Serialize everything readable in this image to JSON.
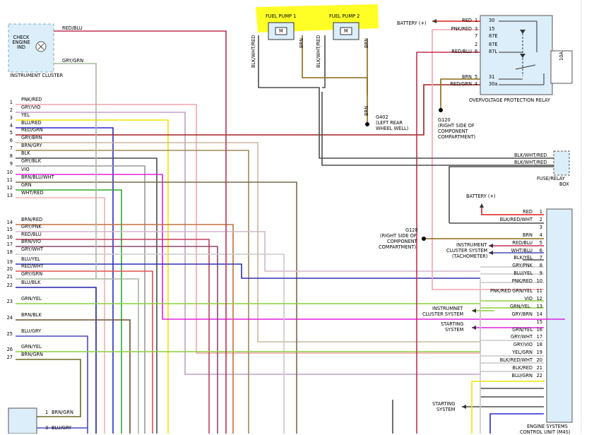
{
  "fuel_pumps": {
    "pump1": "FUEL PUMP 1",
    "pump2": "FUEL PUMP 2",
    "motor": "M"
  },
  "instrument_cluster": {
    "title": "INSTRUMENT CLUSTER",
    "check_engine": "CHECK ENGINE IND",
    "wire_top": "RED/BLU",
    "wire_bottom": "GRY/GRN"
  },
  "wire_labels": {
    "blk_wht_red_1": "BLK/WHT/RED",
    "brn_1": "BRN",
    "blk_wht_red_2": "BLK/WHT/RED",
    "brn_2": "BRN",
    "brn_3": "BRN"
  },
  "g402": {
    "title": "G402",
    "desc1": "(LEFT REAR",
    "desc2": "WHEEL WELL)"
  },
  "battery_top": "BATTERY (+)",
  "relay": {
    "title": "OVERVOLTAGE PROTECTION RELAY",
    "fuse": "10A",
    "pins": [
      {
        "wire": "RED",
        "num": "1",
        "term": "30"
      },
      {
        "wire": "PNK/RED",
        "num": "3",
        "term": "15"
      },
      {
        "wire": "",
        "num": "7",
        "term": "87E"
      },
      {
        "wire": "",
        "num": "2",
        "term": "87E"
      },
      {
        "wire": "RED/BLU",
        "num": "6",
        "term": "87L"
      },
      {
        "wire": "BRN",
        "num": "5",
        "term": "31"
      },
      {
        "wire": "RED/GRN",
        "num": "4",
        "term": "30a"
      }
    ]
  },
  "g120_top": {
    "title": "G120",
    "desc1": "(RIGHT SIDE OF",
    "desc2": "COMPONENT",
    "desc3": "COMPARTMENT)"
  },
  "fuse_box": {
    "title1": "FUSE/RELAY",
    "title2": "BOX",
    "wire1": "BLK/WHT/RED",
    "wire2": "BLK/WHT/RED"
  },
  "left_pins": [
    {
      "num": "1",
      "wire": "PNK/RED"
    },
    {
      "num": "2",
      "wire": "GRY/VIO"
    },
    {
      "num": "3",
      "wire": "YEL"
    },
    {
      "num": "4",
      "wire": "BLU/RED"
    },
    {
      "num": "5",
      "wire": "RED/GRN"
    },
    {
      "num": "6",
      "wire": "GRY/BRN"
    },
    {
      "num": "7",
      "wire": "BRN/GRY"
    },
    {
      "num": "8",
      "wire": "BLK"
    },
    {
      "num": "9",
      "wire": "GRY/BLK"
    },
    {
      "num": "10",
      "wire": "VIO"
    },
    {
      "num": "11",
      "wire": "BRN/BLU/WHT"
    },
    {
      "num": "12",
      "wire": "GRN"
    },
    {
      "num": "13",
      "wire": "WHT/RED"
    },
    {
      "num": "14",
      "wire": "BRN/RED"
    },
    {
      "num": "15",
      "wire": "GRY/PNK"
    },
    {
      "num": "16",
      "wire": "RED/BLU"
    },
    {
      "num": "17",
      "wire": "BRN/VIO"
    },
    {
      "num": "18",
      "wire": "GRY/WHT"
    },
    {
      "num": "19",
      "wire": "BLU/YEL"
    },
    {
      "num": "20",
      "wire": "RED/WHT"
    },
    {
      "num": "21",
      "wire": "GRY/GRN"
    },
    {
      "num": "22",
      "wire": "BLU/BLK"
    },
    {
      "num": "23",
      "wire": "GRN/YEL"
    },
    {
      "num": "24",
      "wire": "BRN/BLK"
    },
    {
      "num": "25",
      "wire": "BLU/GRY"
    },
    {
      "num": "26",
      "wire": "GRN/YEL"
    },
    {
      "num": "27",
      "wire": "BRN/GRN"
    }
  ],
  "sensor_pins": [
    {
      "num": "1",
      "wire": "BRN/GRN"
    },
    {
      "num": "3",
      "wire": "BLU/GRY"
    }
  ],
  "battery_right": "BATTERY (+)",
  "g120_mid": {
    "title": "G120",
    "desc1": "(RIGHT SIDE OF",
    "desc2": "COMPONENT",
    "desc3": "COMPARTMENT)"
  },
  "ic_system": {
    "line1": "INSTRUMENT",
    "line2": "CLUSTER SYSTEM",
    "line3": "(TACHOMETER)"
  },
  "ic_system2": {
    "line1": "INSTRUMNET",
    "line2": "CLUSTER SYSTEM"
  },
  "starting1": {
    "line1": "STARTING",
    "line2": "SYSTEM"
  },
  "starting2": {
    "line1": "STARTING",
    "line2": "SYSTEM"
  },
  "pnk_red_ext": "PNK/RED",
  "grn_yel_ext": "GRN/YEL",
  "ecu": {
    "title1": "ENGINE SYSTEMS",
    "title2": "CONTROL UNIT (M4S)"
  },
  "ecu_pins": [
    {
      "num": "1",
      "wire": "RED"
    },
    {
      "num": "2",
      "wire": "BLK/RED/WHT"
    },
    {
      "num": "3",
      "wire": ""
    },
    {
      "num": "4",
      "wire": "BRN"
    },
    {
      "num": "5",
      "wire": "RED/BLU"
    },
    {
      "num": "6",
      "wire": "WHT/BLU"
    },
    {
      "num": "7",
      "wire": "BLK/YEL"
    },
    {
      "num": "8",
      "wire": "GRY/PNK"
    },
    {
      "num": "9",
      "wire": "BLU/YEL"
    },
    {
      "num": "10",
      "wire": "PNK/RED"
    },
    {
      "num": "11",
      "wire": "GRN/YEL"
    },
    {
      "num": "12",
      "wire": "VIO"
    },
    {
      "num": "13",
      "wire": ""
    },
    {
      "num": "14",
      "wire": "GRY/BRN"
    },
    {
      "num": "15",
      "wire": ""
    },
    {
      "num": "16",
      "wire": "GRN/YEL"
    },
    {
      "num": "17",
      "wire": "GRY/WHT"
    },
    {
      "num": "18",
      "wire": "GRY/VIO"
    },
    {
      "num": "19",
      "wire": "YEL/GRN"
    },
    {
      "num": "20",
      "wire": "BLK/RED/WHT"
    },
    {
      "num": "21",
      "wire": "BLK/RED"
    },
    {
      "num": "22",
      "wire": "BLU/GRN"
    }
  ],
  "colors": {
    "pnk": "#f4a3ae",
    "gry": "#b0b0b0",
    "yel": "#f2e600",
    "blu": "#2a2ac8",
    "red": "#e31a1a",
    "brn": "#8b6914",
    "blk": "#4d4d4d",
    "vio": "#e020e0",
    "grn": "#2fa82f",
    "ygrn": "#8ccf3a",
    "box_fill": "#dbeef9",
    "box_stroke": "#7aaec9",
    "highlight": "#ffff00"
  }
}
